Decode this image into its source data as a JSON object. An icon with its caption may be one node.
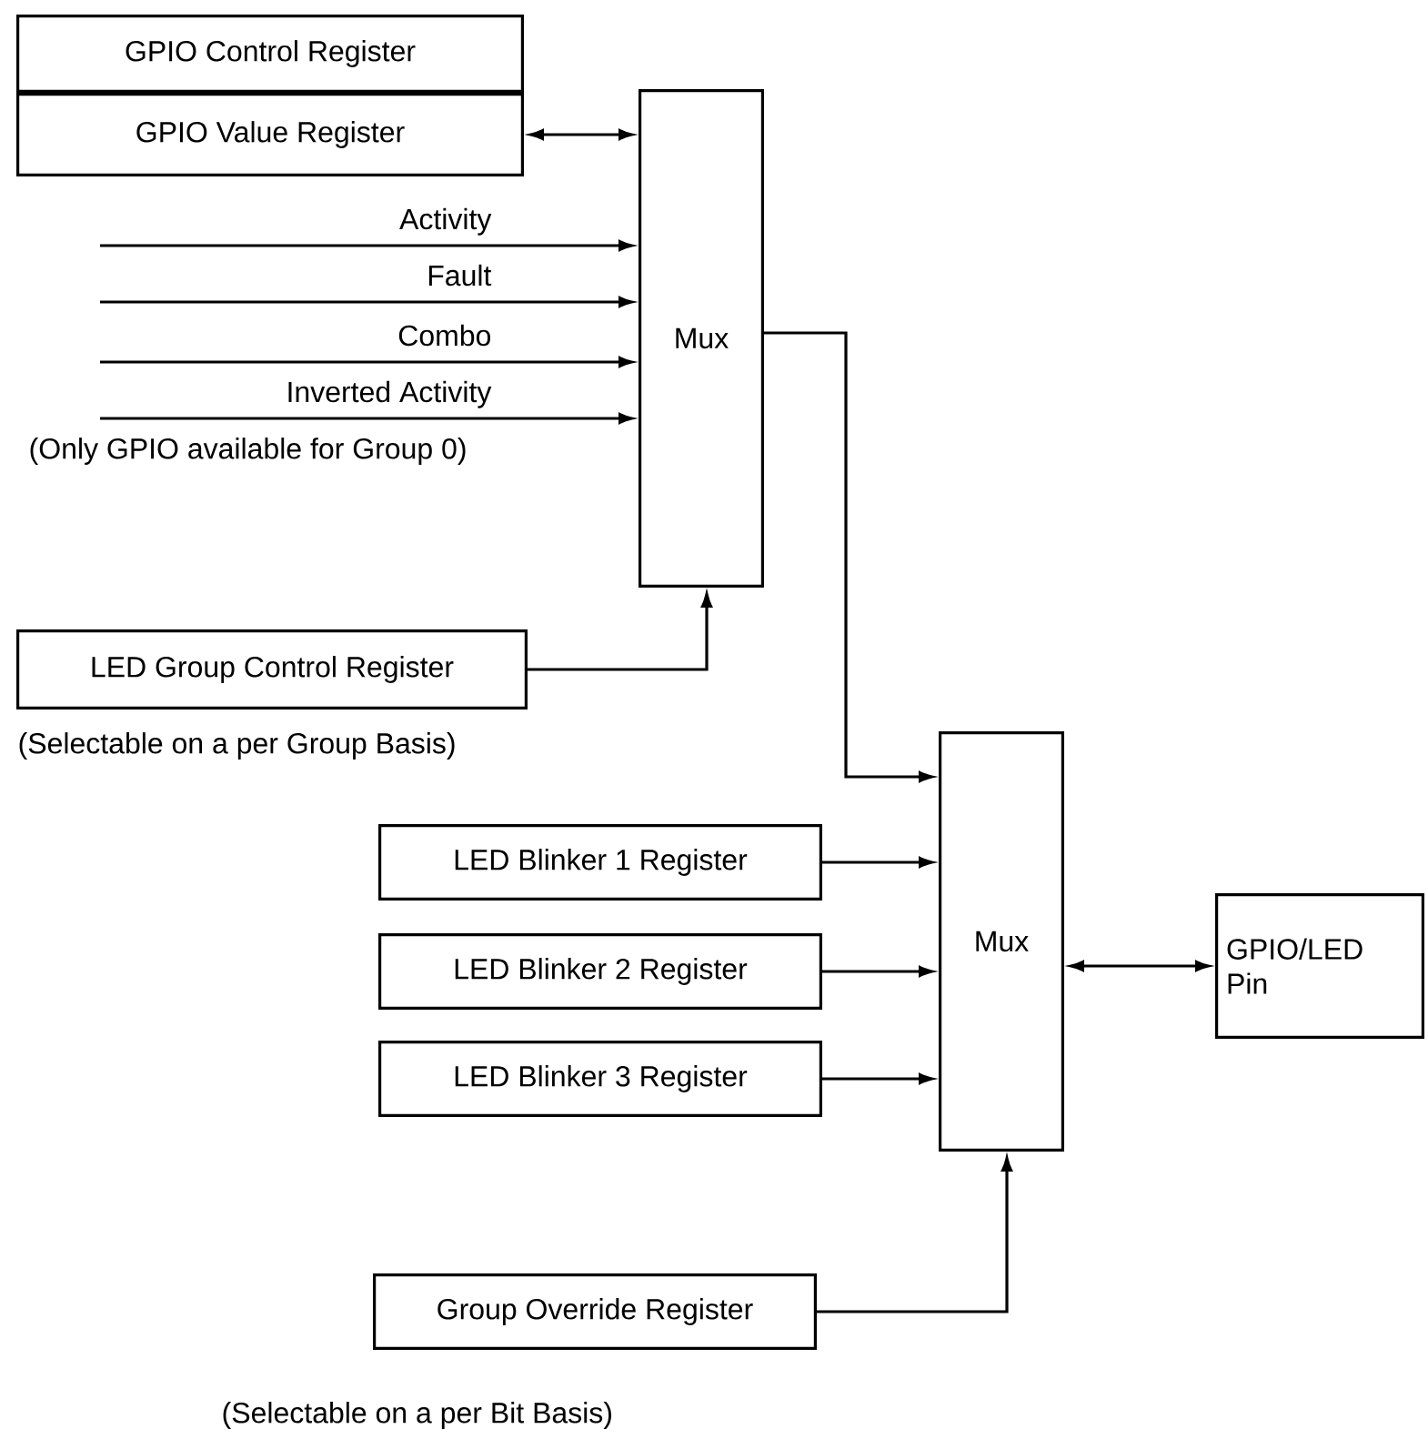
{
  "diagram": {
    "nodes": [
      {
        "text": [
          "GPIO Control Register"
        ]
      },
      {
        "text": [
          "GPIO Value Register"
        ]
      },
      {
        "text": [
          "Mux"
        ]
      },
      {
        "text": [
          "LED Group Control Register"
        ]
      },
      {
        "text": [
          "Mux"
        ]
      },
      {
        "text": [
          "LED Blinker 1 Register"
        ]
      },
      {
        "text": [
          "LED Blinker 2 Register"
        ]
      },
      {
        "text": [
          "LED Blinker 3 Register"
        ]
      },
      {
        "text": [
          "GPIO/LED Pin"
        ]
      },
      {
        "text": [
          "Group Override Register"
        ]
      }
    ],
    "edges": [
      {
        "from": 1,
        "to": 2,
        "arrow": "both"
      },
      {
        "from": null,
        "to": 2,
        "arrow": "to",
        "label": "Activity"
      },
      {
        "from": null,
        "to": 2,
        "arrow": "to",
        "label": "Fault"
      },
      {
        "from": null,
        "to": 2,
        "arrow": "to",
        "label": "Combo"
      },
      {
        "from": null,
        "to": 2,
        "arrow": "to",
        "label": "Inverted Activity"
      },
      {
        "from": 3,
        "to": 2,
        "arrow": "to"
      },
      {
        "from": 2,
        "to": 4,
        "arrow": "to"
      },
      {
        "from": 5,
        "to": 4,
        "arrow": "to"
      },
      {
        "from": 6,
        "to": 4,
        "arrow": "to"
      },
      {
        "from": 7,
        "to": 4,
        "arrow": "to"
      },
      {
        "from": 4,
        "to": 8,
        "arrow": "both"
      },
      {
        "from": 9,
        "to": 4,
        "arrow": "to"
      }
    ],
    "labels": [
      "(Only GPIO available for Group 0)",
      "(Selectable on a per Group Basis)",
      "(Selectable on a per Bit Basis)"
    ]
  }
}
